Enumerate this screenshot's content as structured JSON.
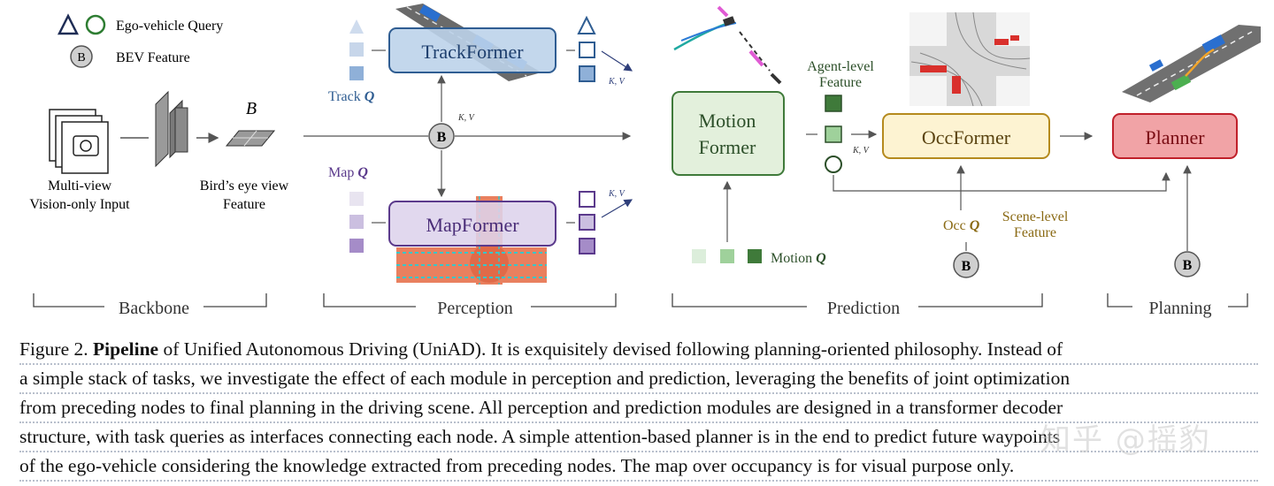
{
  "legend": {
    "ego_query": "Ego-vehicle Query",
    "bev_symbol": "B",
    "bev_feature": "BEV Feature"
  },
  "backbone": {
    "input_label_1": "Multi-view",
    "input_label_2": "Vision-only Input",
    "bev_letter": "B",
    "bev_label_1": "Bird’s eye view",
    "bev_label_2": "Feature"
  },
  "perception": {
    "trackformer": "TrackFormer",
    "mapformer": "MapFormer",
    "track_q_text": "Track ",
    "map_q_text": "Map ",
    "q_symbol": "Q",
    "kv": "K, V",
    "b_symbol": "B"
  },
  "prediction": {
    "motion_former_1": "Motion",
    "motion_former_2": "Former",
    "occformer": "OccFormer",
    "agent_level_1": "Agent-level",
    "agent_level_2": "Feature",
    "motion_q_text": "Motion ",
    "occ_q_text": "Occ ",
    "scene_level_1": "Scene-level",
    "scene_level_2": "Feature",
    "kv": "K, V",
    "b_symbol": "B"
  },
  "planning": {
    "planner": "Planner",
    "b_symbol": "B"
  },
  "sections": {
    "backbone": "Backbone",
    "perception": "Perception",
    "prediction": "Prediction",
    "planning": "Planning"
  },
  "caption": {
    "prefix": "Figure 2. ",
    "bold": "Pipeline",
    "line1_rest": " of Unified Autonomous Driving (UniAD). It is exquisitely devised following planning-oriented philosophy. Instead of",
    "line2": "a simple stack of tasks, we investigate the effect of each module in perception and prediction, leveraging the benefits of joint optimization",
    "line3": "from preceding nodes to final planning in the driving scene. All perception and prediction modules are designed in a transformer decoder",
    "line4": "structure, with task queries as interfaces connecting each node. A simple attention-based planner is in the end to predict future waypoints",
    "line5": "of the ego-vehicle considering the knowledge extracted from preceding nodes. The map over occupancy is for visual purpose only."
  },
  "watermark": "知乎 @摇豹",
  "colors": {
    "track_blue": "#bcd3ea",
    "track_border": "#2f5d92",
    "map_purple": "#ddd3ec",
    "map_border": "#5b3a8c",
    "motion_green": "#e3f0dc",
    "motion_border": "#3f7a3a",
    "occ_yellow": "#fdf3d2",
    "occ_border": "#b58a1e",
    "planner_red": "#f1a3a6",
    "planner_border": "#c0202a"
  }
}
